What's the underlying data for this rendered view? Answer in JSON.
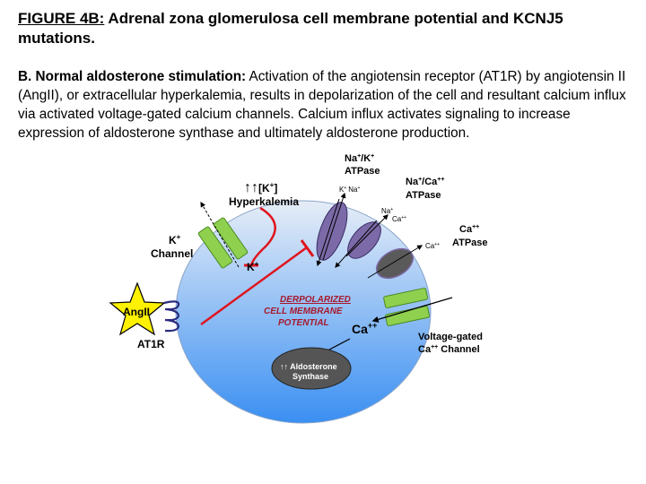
{
  "title": {
    "figure_label": "FIGURE 4B:",
    "text": " Adrenal zona glomerulosa cell membrane potential and KCNJ5 mutations."
  },
  "description": {
    "lead": "B.  Normal aldosterone stimulation:",
    "body": " Activation of the angiotensin receptor (AT1R) by angiotensin II (AngII), or extracellular hyperkalemia, results in depolarization of the cell and resultant calcium influx via activated voltage-gated calcium channels.  Calcium influx activates signaling to increase expression of aldosterone synthase and ultimately aldosterone production."
  },
  "diagram": {
    "hyperkalemia": {
      "arrows": "↑↑",
      "ion": "[K",
      "sup": "+",
      "close": "]",
      "label": "Hyperkalemia"
    },
    "k_channel": {
      "k": "K",
      "k_sup": "+",
      "label": "Channel"
    },
    "k_ion": {
      "k": "K",
      "sup": "+"
    },
    "na_k_atpase": {
      "line1_a": "Na",
      "line1_sup1": "+",
      "line1_b": "/K",
      "line1_sup2": "+",
      "line2": "ATPase"
    },
    "pump1_ions": {
      "k": "K",
      "k_sup": "+",
      "na": "Na",
      "na_sup": "+"
    },
    "na_ca_atpase": {
      "line1_a": "Na",
      "line1_sup1": "+",
      "line1_b": "/Ca",
      "line1_sup2": "++",
      "line2": "ATPase"
    },
    "pump2_ions": {
      "na": "Na",
      "na_sup": "+",
      "ca": "Ca",
      "ca_sup": "++"
    },
    "ca_atpase": {
      "line1": "Ca",
      "sup": "++",
      "line2": "ATPase"
    },
    "pump3_ion": {
      "ca": "Ca",
      "sup": "++"
    },
    "depolarized": {
      "line1": "DERPOLARIZED",
      "line2": "CELL MEMBRANE",
      "line3": "POTENTIAL"
    },
    "ca_influx": {
      "ca": "Ca",
      "sup": "++"
    },
    "aldosterone": {
      "arrows": "↑↑",
      "line1": " Aldosterone",
      "line2": "Synthase"
    },
    "angii": {
      "label": "AngII"
    },
    "at1r": {
      "label": "AT1R"
    },
    "voltage_gated": {
      "line1": "Voltage-gated",
      "line2_a": "Ca",
      "line2_sup": "++",
      "line2_b": " Channel"
    },
    "colors": {
      "cell_top": "#e6edf7",
      "cell_bottom": "#3a8ff2",
      "channel_green": "#8fd14f",
      "pump_purple": "#7c6aa8",
      "pump_grey": "#5a5a5a",
      "inhibit_red": "#e0141e",
      "depolarized_text": "#a8182c",
      "star_yellow": "#fff200",
      "receptor_navy": "#2a2a80",
      "enzyme_grey": "#555555"
    }
  }
}
